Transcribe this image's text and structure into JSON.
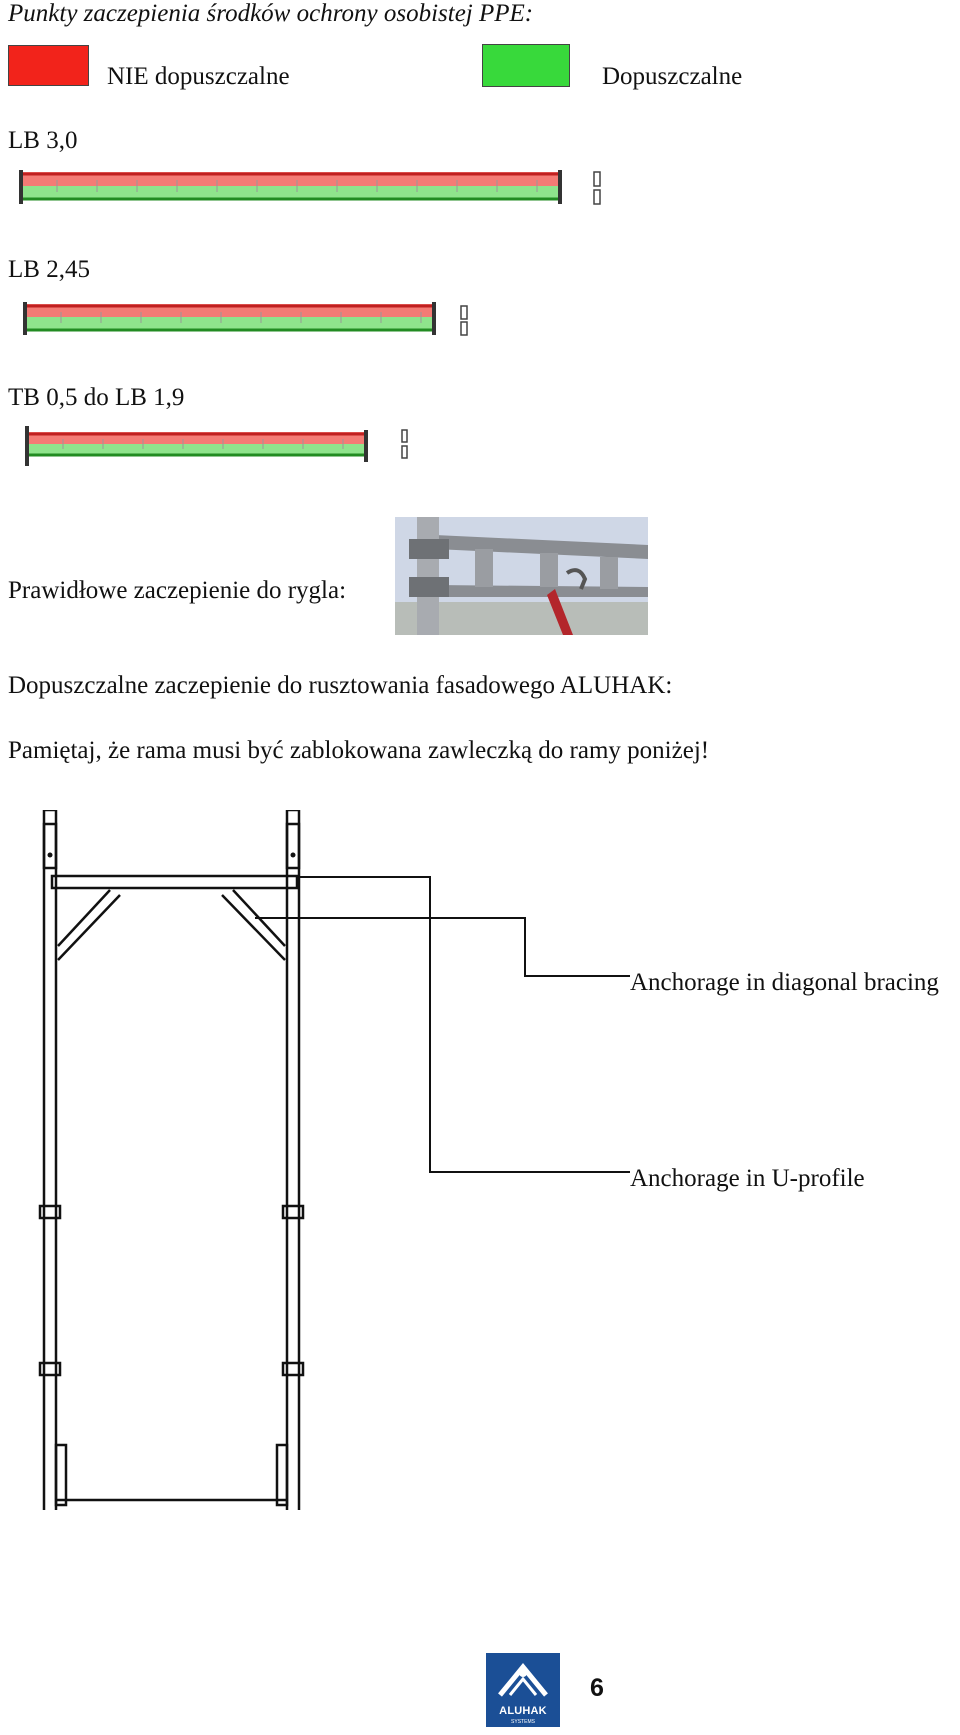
{
  "title": "Punkty zaczepienia środków ochrony osobistej PPE:",
  "legend": {
    "not_allowed": {
      "label": "NIE dopuszczalne",
      "color": "#f2231b"
    },
    "allowed": {
      "label": "Dopuszczalne",
      "color": "#38d93b"
    }
  },
  "beams": [
    {
      "label": "LB 3,0"
    },
    {
      "label": "LB 2,45"
    },
    {
      "label": "TB 0,5 do LB 1,9"
    }
  ],
  "correct_anchoring_label": "Prawidłowe zaczepienie do rygla:",
  "facade_label": "Dopuszczalne zaczepienie do rusztowania fasadowego ALUHAK:",
  "reminder": "Pamiętaj, że rama musi być zablokowana zawleczką do ramy poniżej!",
  "callouts": {
    "diagonal": "Anchorage in diagonal bracing",
    "u_profile": "Anchorage in U-profile"
  },
  "footer": {
    "logo_text": "ALUHAK",
    "logo_subtext": "SYSTEMS",
    "page_number": "6"
  }
}
